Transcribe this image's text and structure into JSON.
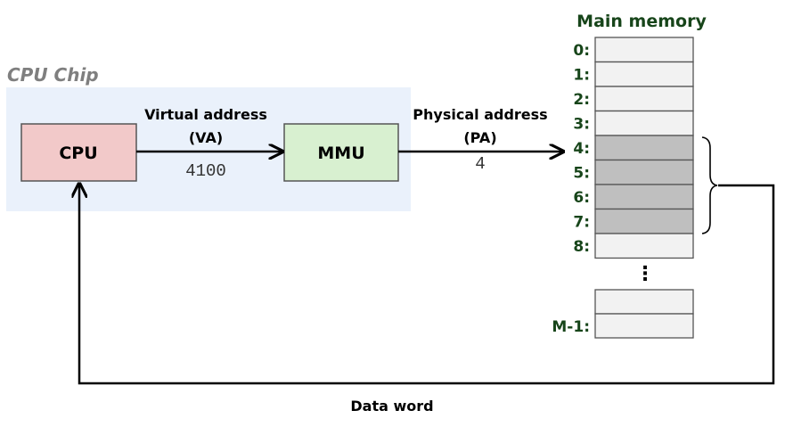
{
  "chip": {
    "title": "CPU Chip",
    "background_color": "#eaf1fb",
    "cpu_label": "CPU",
    "cpu_color": "#f2c9c9",
    "mmu_label": "MMU",
    "mmu_color": "#d8f0d0"
  },
  "virtual_address": {
    "label_line1": "Virtual address",
    "label_line2": "(VA)",
    "value": "4100"
  },
  "physical_address": {
    "label_line1": "Physical address",
    "label_line2": "(PA)",
    "value": "4"
  },
  "memory": {
    "title": "Main memory",
    "title_color": "#17451a",
    "label_color": "#17451a",
    "cell_color": "#f2f2f2",
    "highlight_color": "#bfbfbf",
    "cells": [
      {
        "label": "0:",
        "highlighted": false
      },
      {
        "label": "1:",
        "highlighted": false
      },
      {
        "label": "2:",
        "highlighted": false
      },
      {
        "label": "3:",
        "highlighted": false
      },
      {
        "label": "4:",
        "highlighted": true
      },
      {
        "label": "5:",
        "highlighted": true
      },
      {
        "label": "6:",
        "highlighted": true
      },
      {
        "label": "7:",
        "highlighted": true
      },
      {
        "label": "8:",
        "highlighted": false
      }
    ],
    "ellipsis": "⋮",
    "last_cell_label": "M-1:"
  },
  "data_word_label": "Data word"
}
